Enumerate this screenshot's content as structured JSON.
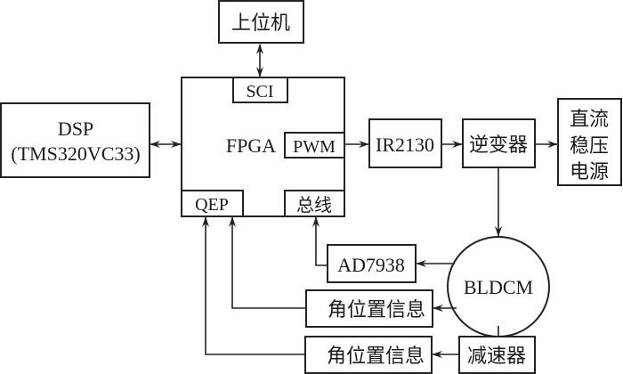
{
  "diagram": {
    "nodes": {
      "host": "上位机",
      "dsp_line1": "DSP",
      "dsp_line2": "(TMS320VC33)",
      "fpga": "FPGA",
      "sci": "SCI",
      "pwm": "PWM",
      "qep": "QEP",
      "bus": "总线",
      "ir2130": "IR2130",
      "inverter": "逆变器",
      "psu_line1": "直流",
      "psu_line2": "稳压",
      "psu_line3": "电源",
      "bldcm": "BLDCM",
      "ad7938": "AD7938",
      "angle_info_1": "角位置信息",
      "angle_info_2": "角位置信息",
      "reducer": "减速器"
    },
    "edges": [
      {
        "from": "host",
        "to": "sci",
        "type": "bidirectional"
      },
      {
        "from": "dsp",
        "to": "fpga",
        "type": "bidirectional"
      },
      {
        "from": "pwm",
        "to": "ir2130",
        "type": "arrow"
      },
      {
        "from": "ir2130",
        "to": "inverter",
        "type": "arrow"
      },
      {
        "from": "inverter",
        "to": "psu",
        "type": "arrow"
      },
      {
        "from": "inverter",
        "to": "bldcm",
        "type": "arrow"
      },
      {
        "from": "bldcm",
        "to": "ad7938",
        "type": "arrow"
      },
      {
        "from": "ad7938",
        "to": "bus",
        "type": "arrow"
      },
      {
        "from": "bldcm",
        "to": "angle_info_1",
        "type": "arrow"
      },
      {
        "from": "angle_info_1",
        "to": "qep",
        "type": "arrow"
      },
      {
        "from": "bldcm",
        "to": "reducer",
        "type": "line"
      },
      {
        "from": "reducer",
        "to": "angle_info_2",
        "type": "arrow"
      },
      {
        "from": "angle_info_2",
        "to": "qep",
        "type": "arrow"
      }
    ]
  }
}
